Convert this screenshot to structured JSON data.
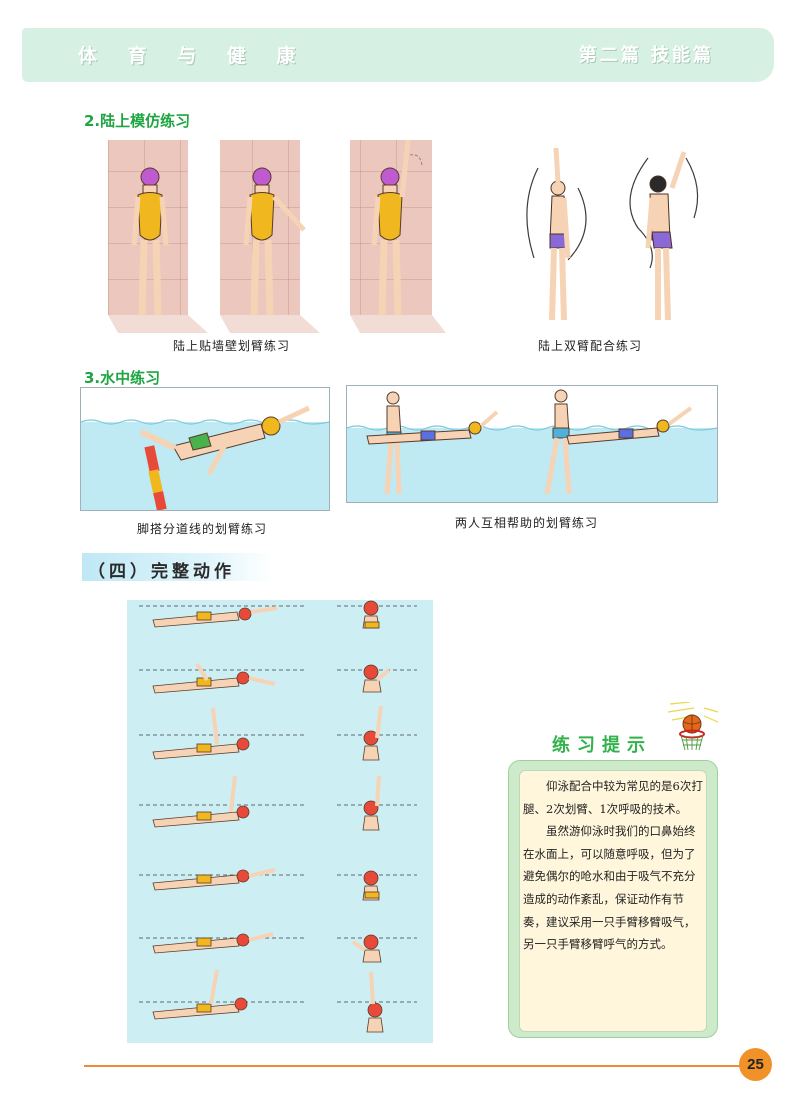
{
  "header": {
    "book_title": "体 育 与 健 康",
    "section": "第二篇 技能篇"
  },
  "sections": {
    "land": "2.陆上模仿练习",
    "water": "3.水中练习",
    "complete": "（四）完整动作"
  },
  "captions": {
    "wall": "陆上贴墙壁划臂练习",
    "double_arm": "陆上双臂配合练习",
    "lane_line": "脚搭分道线的划臂练习",
    "partner": "两人互相帮助的划臂练习"
  },
  "tips": {
    "title": "练习提示",
    "paragraph1": "仰泳配合中较为常见的是6次打腿、2次划臂、1次呼吸的技术。",
    "paragraph2": "虽然游仰泳时我们的口鼻始终在水面上，可以随意呼吸，但为了避免偶尔的呛水和由于吸气不充分造成的动作紊乱，保证动作有节奏，建议采用一只手臂移臂吸气，另一只手臂移臂呼气的方式。"
  },
  "page_number": "25",
  "colors": {
    "section_green": "#1fa542",
    "header_bg": "#d6f1e3",
    "pool": "#cdeef3",
    "water": "#bfe9f3",
    "accent_orange": "#f19228",
    "swimsuit_yellow": "#f0b81e",
    "cap_purple": "#c05ad0"
  },
  "icons": {
    "basketball": "basketball-hoop-icon"
  }
}
